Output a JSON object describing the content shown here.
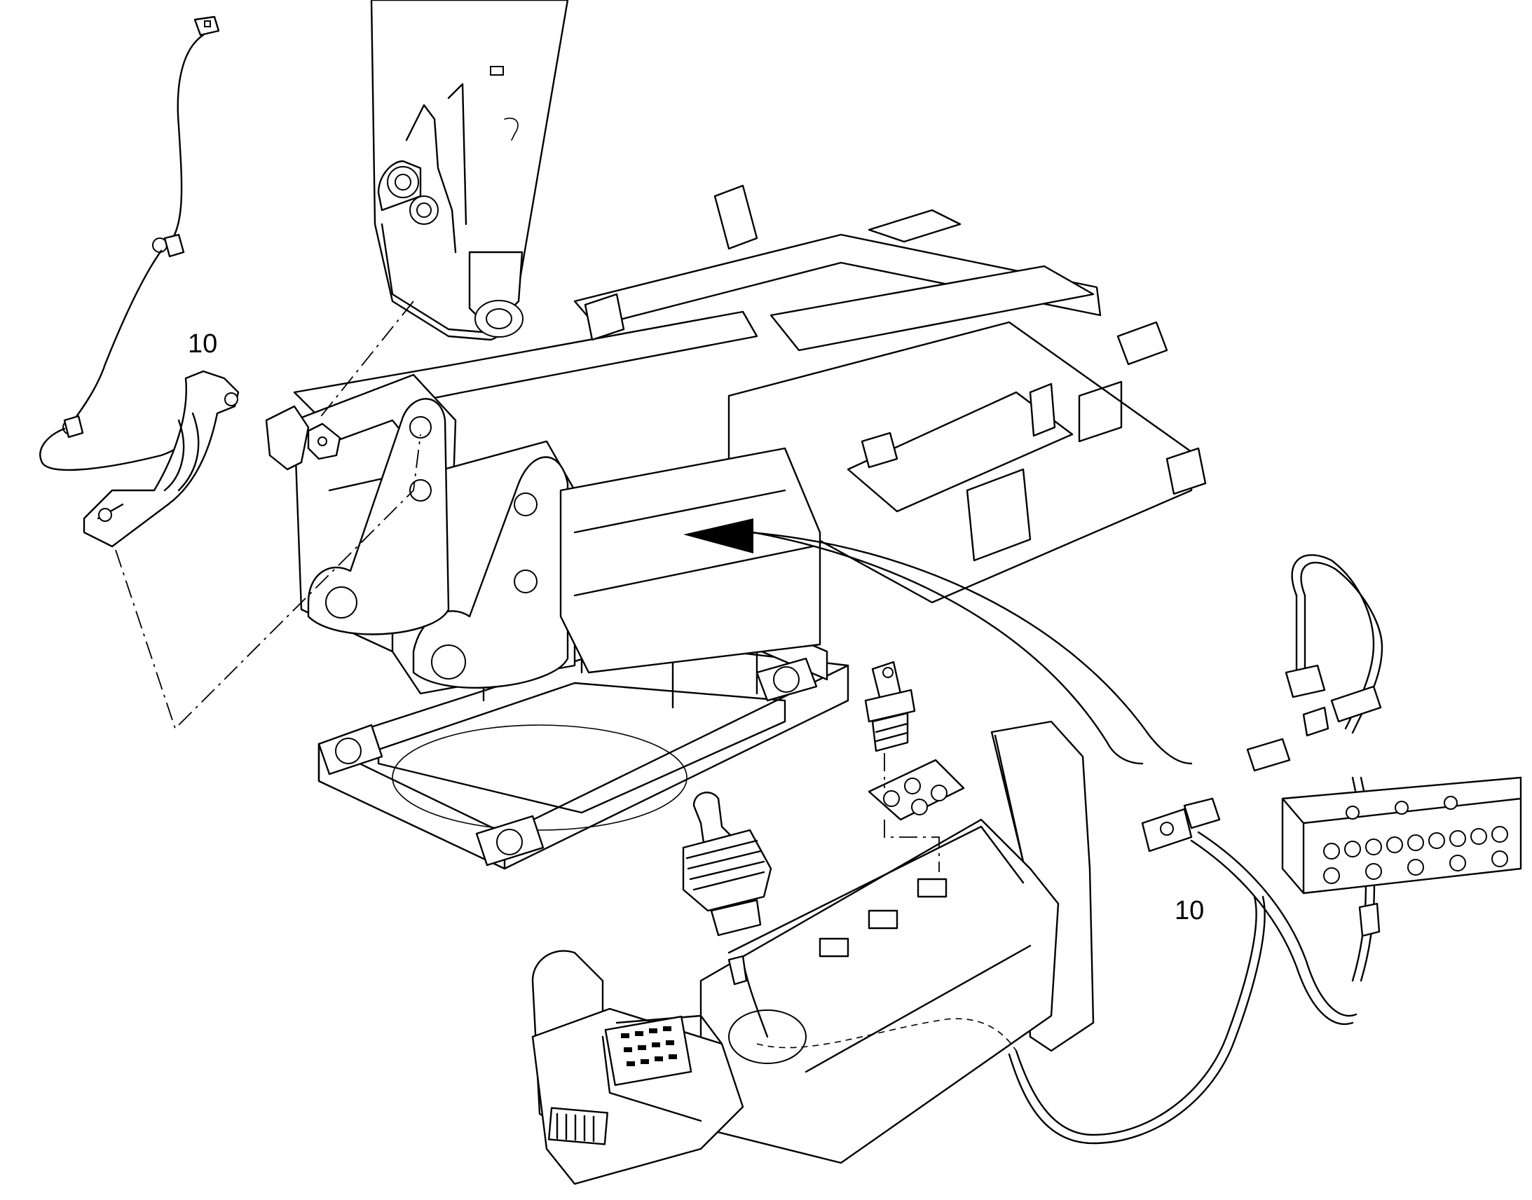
{
  "callouts": {
    "left_harness": "10",
    "right_hoses": "10"
  },
  "colors": {
    "line": "#000000",
    "background": "#ffffff"
  },
  "components": [
    "boom-arm",
    "upper-frame",
    "lower-turntable-frame",
    "electrical-harness",
    "proximity-sensor",
    "mounting-bracket",
    "key-switch",
    "switch-plate",
    "joystick",
    "operator-console",
    "hydraulic-hoses",
    "valve-block",
    "detail-arrow"
  ]
}
